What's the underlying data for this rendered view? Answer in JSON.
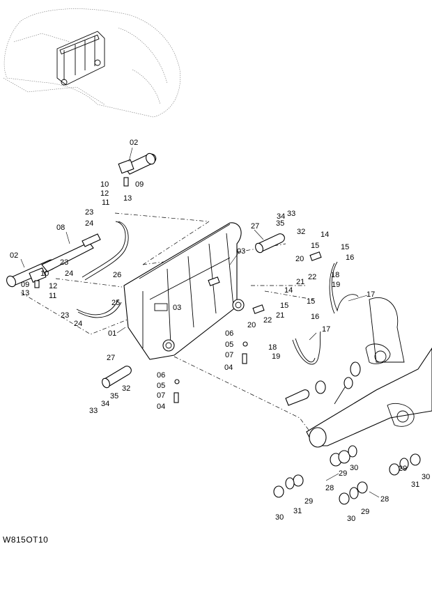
{
  "drawing_code": "W815OT10",
  "callouts": [
    {
      "id": "c1",
      "text": "02"
    },
    {
      "id": "c2",
      "text": "10"
    },
    {
      "id": "c3",
      "text": "09"
    },
    {
      "id": "c4",
      "text": "12"
    },
    {
      "id": "c5",
      "text": "13"
    },
    {
      "id": "c6",
      "text": "11"
    },
    {
      "id": "c7",
      "text": "23"
    },
    {
      "id": "c8",
      "text": "24"
    },
    {
      "id": "c9",
      "text": "08"
    },
    {
      "id": "c10",
      "text": "02"
    },
    {
      "id": "c11",
      "text": "10"
    },
    {
      "id": "c12",
      "text": "09"
    },
    {
      "id": "c13",
      "text": "12"
    },
    {
      "id": "c14",
      "text": "13"
    },
    {
      "id": "c15",
      "text": "11"
    },
    {
      "id": "c16",
      "text": "23"
    },
    {
      "id": "c17",
      "text": "24"
    },
    {
      "id": "c18",
      "text": "26"
    },
    {
      "id": "c19",
      "text": "25"
    },
    {
      "id": "c20",
      "text": "23"
    },
    {
      "id": "c21",
      "text": "24"
    },
    {
      "id": "c22",
      "text": "01"
    },
    {
      "id": "c23",
      "text": "03"
    },
    {
      "id": "c24",
      "text": "03"
    },
    {
      "id": "c25",
      "text": "27"
    },
    {
      "id": "c26",
      "text": "35"
    },
    {
      "id": "c27",
      "text": "34"
    },
    {
      "id": "c28",
      "text": "33"
    },
    {
      "id": "c29",
      "text": "32"
    },
    {
      "id": "c30",
      "text": "14"
    },
    {
      "id": "c31",
      "text": "15"
    },
    {
      "id": "c32",
      "text": "15"
    },
    {
      "id": "c33",
      "text": "16"
    },
    {
      "id": "c34",
      "text": "20"
    },
    {
      "id": "c35",
      "text": "18"
    },
    {
      "id": "c36",
      "text": "21"
    },
    {
      "id": "c37",
      "text": "22"
    },
    {
      "id": "c38",
      "text": "19"
    },
    {
      "id": "c39",
      "text": "17"
    },
    {
      "id": "c40",
      "text": "14"
    },
    {
      "id": "c41",
      "text": "15"
    },
    {
      "id": "c42",
      "text": "15"
    },
    {
      "id": "c43",
      "text": "21"
    },
    {
      "id": "c44",
      "text": "16"
    },
    {
      "id": "c45",
      "text": "20"
    },
    {
      "id": "c46",
      "text": "22"
    },
    {
      "id": "c47",
      "text": "17"
    },
    {
      "id": "c48",
      "text": "18"
    },
    {
      "id": "c49",
      "text": "19"
    },
    {
      "id": "c50",
      "text": "06"
    },
    {
      "id": "c51",
      "text": "05"
    },
    {
      "id": "c52",
      "text": "07"
    },
    {
      "id": "c53",
      "text": "04"
    },
    {
      "id": "c54",
      "text": "27"
    },
    {
      "id": "c55",
      "text": "06"
    },
    {
      "id": "c56",
      "text": "05"
    },
    {
      "id": "c57",
      "text": "07"
    },
    {
      "id": "c58",
      "text": "04"
    },
    {
      "id": "c59",
      "text": "32"
    },
    {
      "id": "c60",
      "text": "35"
    },
    {
      "id": "c61",
      "text": "34"
    },
    {
      "id": "c62",
      "text": "33"
    },
    {
      "id": "c63",
      "text": "30"
    },
    {
      "id": "c64",
      "text": "29"
    },
    {
      "id": "c65",
      "text": "28"
    },
    {
      "id": "c66",
      "text": "30"
    },
    {
      "id": "c67",
      "text": "31"
    },
    {
      "id": "c68",
      "text": "29"
    },
    {
      "id": "c69",
      "text": "29"
    },
    {
      "id": "c70",
      "text": "31"
    },
    {
      "id": "c71",
      "text": "30"
    },
    {
      "id": "c72",
      "text": "28"
    },
    {
      "id": "c73",
      "text": "30"
    },
    {
      "id": "c74",
      "text": "29"
    }
  ]
}
